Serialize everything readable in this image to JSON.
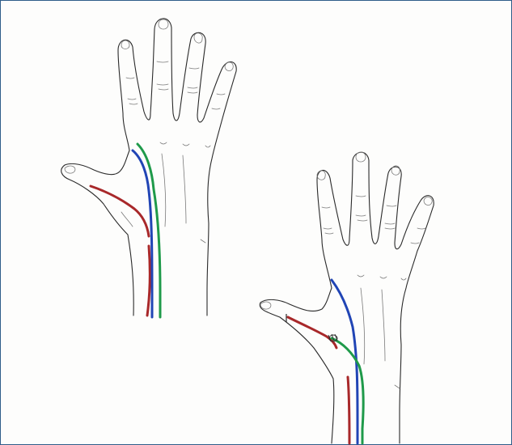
{
  "figure": {
    "panels": [
      {
        "id": "left",
        "vessels": [
          {
            "kind": "red-thumb-segment"
          },
          {
            "kind": "red-wrist-segment"
          },
          {
            "kind": "blue-vessel"
          },
          {
            "kind": "green-vessel"
          }
        ]
      },
      {
        "id": "right",
        "vessels": [
          {
            "kind": "red-thumb-segment"
          },
          {
            "kind": "red-wrist-segment"
          },
          {
            "kind": "blue-vessel"
          },
          {
            "kind": "green-vessel"
          },
          {
            "kind": "anastomosis-marker"
          }
        ]
      }
    ]
  },
  "colors": {
    "frame_border": "#2f5d8a",
    "red_vessel": "#a8282a",
    "blue_vessel": "#2145b5",
    "green_vessel": "#1f9a4a",
    "ink": "#2a2a2a"
  }
}
